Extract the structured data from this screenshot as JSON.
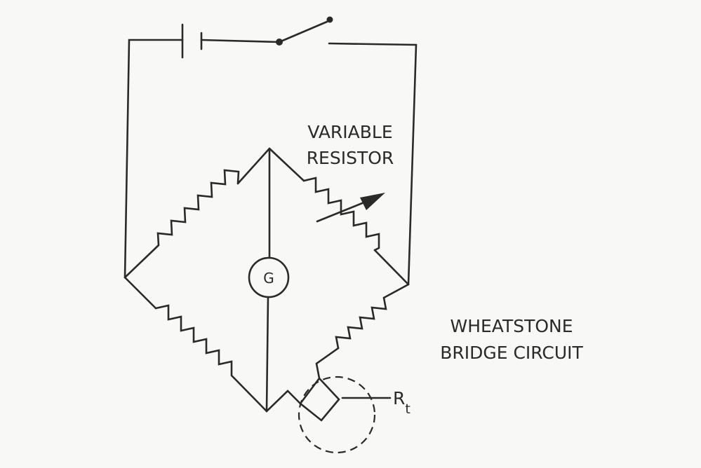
{
  "labels": {
    "variable_resistor_line1": "VARIABLE",
    "variable_resistor_line2": "RESISTOR",
    "title_line1": "WHEATSTONE",
    "title_line2": "BRIDGE CIRCUIT",
    "galvanometer": "G",
    "sensor_main": "R",
    "sensor_sub": "t"
  },
  "components": [
    {
      "name": "battery",
      "icon": "battery-icon"
    },
    {
      "name": "switch",
      "icon": "switch-icon",
      "state": "open"
    },
    {
      "name": "galvanometer",
      "icon": "galvanometer-icon"
    },
    {
      "name": "variable-resistor",
      "icon": "variable-resistor-icon"
    },
    {
      "name": "fixed-resistor-top-left",
      "icon": "resistor-icon"
    },
    {
      "name": "fixed-resistor-bottom-left",
      "icon": "resistor-icon"
    },
    {
      "name": "fixed-resistor-bottom-right",
      "icon": "resistor-icon"
    },
    {
      "name": "temperature-sensor",
      "icon": "sensor-icon"
    }
  ],
  "colors": {
    "ink": "#2a2a2a",
    "paper": "#f8f8f6"
  }
}
